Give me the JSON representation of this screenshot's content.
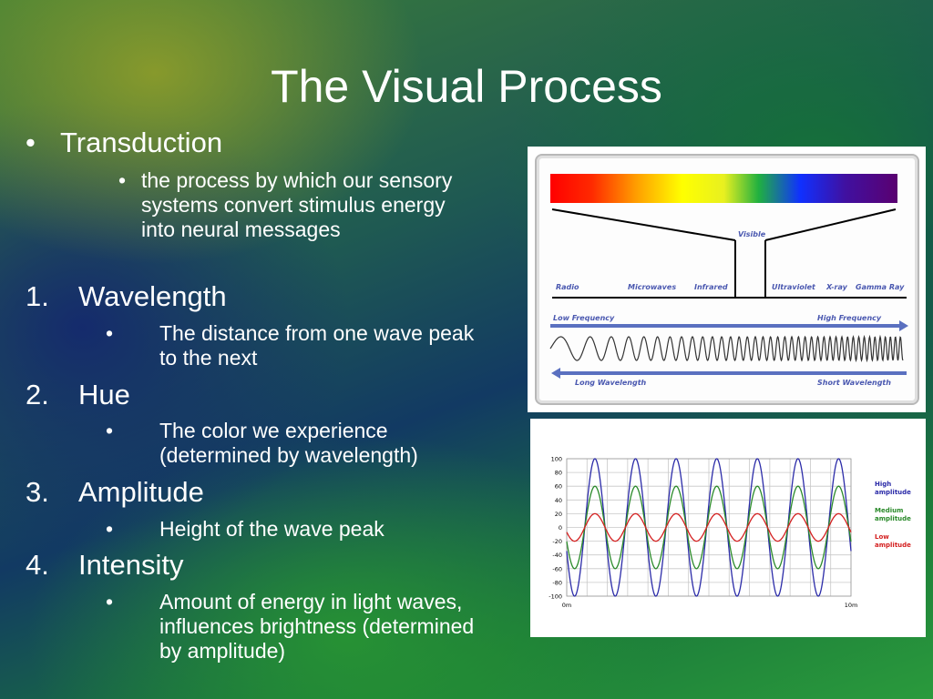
{
  "slide": {
    "title": "The Visual Process",
    "intro": {
      "heading": "Transduction",
      "definition_lines": [
        "the process by which our sensory",
        "systems convert stimulus energy",
        "into neural messages"
      ]
    },
    "items": [
      {
        "number": "1.",
        "term": "Wavelength",
        "desc_lines": [
          "The distance from one wave peak",
          "to the next"
        ]
      },
      {
        "number": "2.",
        "term": "Hue",
        "desc_lines": [
          "The color we experience",
          "(determined by wavelength)"
        ]
      },
      {
        "number": "3.",
        "term": "Amplitude",
        "desc_lines": [
          "Height of the wave peak"
        ]
      },
      {
        "number": "4.",
        "term": "Intensity",
        "desc_lines": [
          "Amount of energy in light waves,",
          "influences brightness (determined",
          "by amplitude)"
        ]
      }
    ],
    "bullet_glyph": "•"
  },
  "spectrum_figure": {
    "visible_label": "Visible",
    "bands": [
      "Radio",
      "Microwaves",
      "Infrared",
      "Ultraviolet",
      "X-ray",
      "Gamma Ray"
    ],
    "low_frequency": "Low Frequency",
    "high_frequency": "High Frequency",
    "long_wavelength": "Long Wavelength",
    "short_wavelength": "Short Wavelength",
    "colors": {
      "label_blue": "#4a58b0",
      "arrow_blue": "#5a70c0"
    }
  },
  "chart_data": {
    "type": "line",
    "xlabel": "",
    "ylabel": "",
    "x_tick_labels": [
      "0m",
      "10m"
    ],
    "y_tick_labels": [
      "100",
      "80",
      "60",
      "40",
      "20",
      "0",
      "-20",
      "-40",
      "-60",
      "-80",
      "-100"
    ],
    "ylim": [
      -100,
      100
    ],
    "xlim": [
      0,
      10
    ],
    "grid": true,
    "legend_placement": "right",
    "cycles": 7,
    "series": [
      {
        "name": "High amplitude",
        "amplitude": 100,
        "color": "#2b2ba8"
      },
      {
        "name": "Medium amplitude",
        "amplitude": 60,
        "color": "#2a8a2a"
      },
      {
        "name": "Low amplitude",
        "amplitude": 20,
        "color": "#d42020"
      }
    ]
  }
}
